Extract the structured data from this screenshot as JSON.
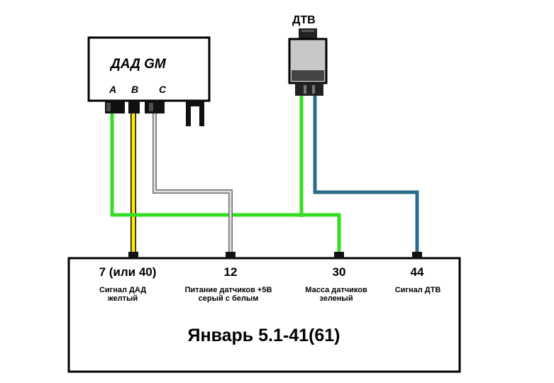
{
  "sensor_map": {
    "title": "ДАД GM",
    "pins": [
      "A",
      "B",
      "C"
    ]
  },
  "sensor_temp": {
    "title": "ДТВ"
  },
  "ecu": {
    "title": "Январь 5.1-41(61)",
    "pins": [
      {
        "number": "7 (или 40)",
        "desc1": "Сигнал ДАД",
        "desc2": "желтый"
      },
      {
        "number": "12",
        "desc1": "Питание датчиков +5В",
        "desc2": "серый с белым"
      },
      {
        "number": "30",
        "desc1": "Масса датчиков",
        "desc2": "зеленый"
      },
      {
        "number": "44",
        "desc1": "Сигнал ДТВ",
        "desc2": ""
      }
    ]
  },
  "colors": {
    "green_wire": "#33dd22",
    "yellow_wire": "#ffee00",
    "gray_wire": "#999999",
    "teal_wire": "#2a6d86"
  }
}
